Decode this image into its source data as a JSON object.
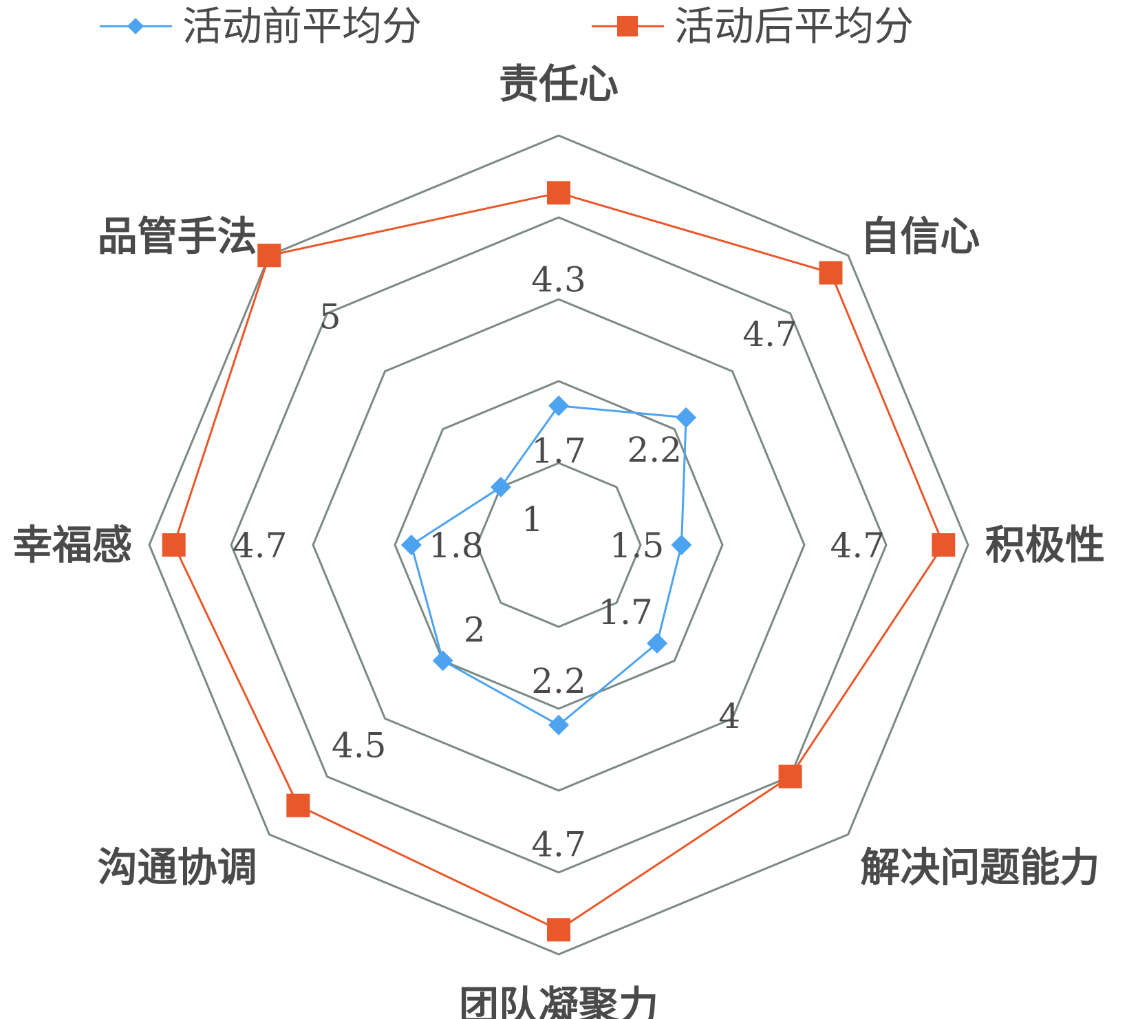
{
  "chart_data": {
    "type": "radar",
    "categories": [
      "责任心",
      "自信心",
      "积极性",
      "解决问题能力",
      "团队凝聚力",
      "沟通协调",
      "幸福感",
      "品管手法"
    ],
    "series": [
      {
        "name": "活动前平均分",
        "values": [
          1.7,
          2.2,
          1.5,
          1.7,
          2.2,
          2,
          1.8,
          1
        ],
        "color": "#4da3f0",
        "marker": "diamond"
      },
      {
        "name": "活动后平均分",
        "values": [
          4.3,
          4.7,
          4.7,
          4,
          4.7,
          4.5,
          4.7,
          5
        ],
        "color": "#e8582a",
        "marker": "square"
      }
    ],
    "rmin": 0,
    "rmax": 5,
    "grid_levels": [
      1,
      2,
      3,
      4,
      5
    ],
    "grid_color": "#7a8a86",
    "legend_position": "top",
    "data_labels": true
  }
}
